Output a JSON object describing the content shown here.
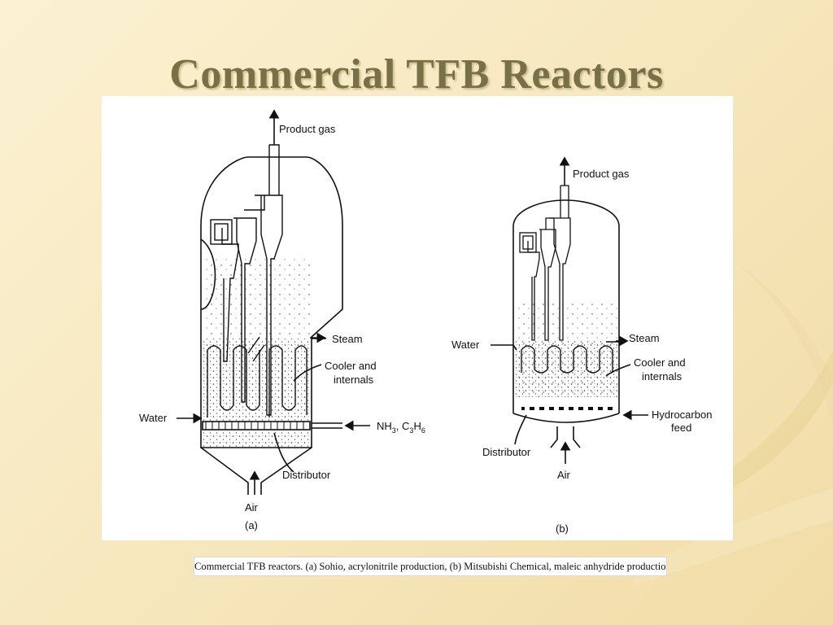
{
  "slide": {
    "title": "Commercial TFB Reactors"
  },
  "caption": "Commercial TFB reactors. (a) Sohio, acrylonitrile production, (b) Mitsubishi Chemical, maleic anhydride production.",
  "diagram_a": {
    "panel_label": "(a)",
    "labels": {
      "product_gas": "Product gas",
      "steam": "Steam",
      "cooler": [
        "Cooler and",
        "internals"
      ],
      "water": "Water",
      "feed_main": "NH",
      "feed_sub1": "3",
      "feed_mid": ", C",
      "feed_sub2": "3",
      "feed_tail": "H",
      "feed_sub3": "6",
      "distributor": "Distributor",
      "air": "Air"
    }
  },
  "diagram_b": {
    "panel_label": "(b)",
    "labels": {
      "product_gas": "Product gas",
      "water": "Water",
      "steam": "Steam",
      "cooler": [
        "Cooler and",
        "internals"
      ],
      "hydrocarbon": [
        "Hydrocarbon",
        "feed"
      ],
      "distributor": "Distributor",
      "air": "Air"
    }
  },
  "colors": {
    "title": "#7a7048",
    "ink": "#111111",
    "background": "#f6e6bb"
  }
}
